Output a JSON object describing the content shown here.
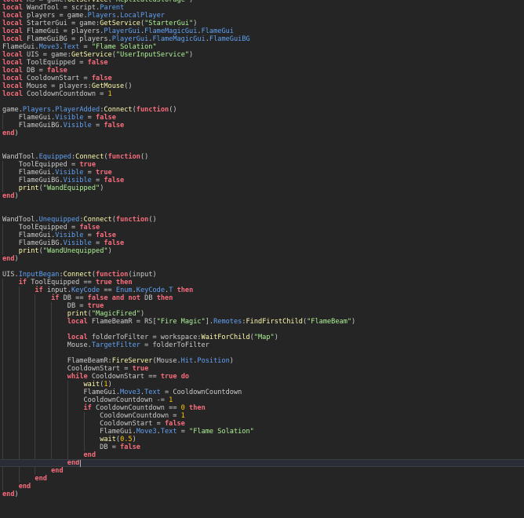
{
  "editor": {
    "current_line_index": 59,
    "colors": {
      "background": "#252526",
      "text": "#cccccc",
      "keyword": "#f86d7c",
      "string": "#adf195",
      "number": "#ffc600",
      "property": "#61a1f1",
      "method": "#fdfbac"
    },
    "lines": [
      [
        [
          "kw",
          "local"
        ],
        [
          "t",
          " RS = "
        ],
        [
          "t",
          "game"
        ],
        [
          "t",
          ":"
        ],
        [
          "fn",
          "GetService"
        ],
        [
          "t",
          "("
        ],
        [
          "str",
          "\"ReplicatedStorage\""
        ],
        [
          "t",
          ")"
        ]
      ],
      [
        [
          "kw",
          "local"
        ],
        [
          "t",
          " WandTool = script."
        ],
        [
          "prop",
          "Parent"
        ]
      ],
      [
        [
          "kw",
          "local"
        ],
        [
          "t",
          " players = game."
        ],
        [
          "prop",
          "Players"
        ],
        [
          "t",
          "."
        ],
        [
          "prop",
          "LocalPlayer"
        ]
      ],
      [
        [
          "kw",
          "local"
        ],
        [
          "t",
          " StarterGui = game:"
        ],
        [
          "fn",
          "GetService"
        ],
        [
          "t",
          "("
        ],
        [
          "str",
          "\"StarterGui\""
        ],
        [
          "t",
          ")"
        ]
      ],
      [
        [
          "kw",
          "local"
        ],
        [
          "t",
          " FlameGui = players."
        ],
        [
          "prop",
          "PlayerGui"
        ],
        [
          "t",
          "."
        ],
        [
          "prop",
          "FlameMagicGui"
        ],
        [
          "t",
          "."
        ],
        [
          "prop",
          "FlameGui"
        ]
      ],
      [
        [
          "kw",
          "local"
        ],
        [
          "t",
          " FlameGuiBG = players."
        ],
        [
          "prop",
          "PlayerGui"
        ],
        [
          "t",
          "."
        ],
        [
          "prop",
          "FlameMagicGui"
        ],
        [
          "t",
          "."
        ],
        [
          "prop",
          "FlameGuiBG"
        ]
      ],
      [
        [
          "t",
          "FlameGui."
        ],
        [
          "prop",
          "Move3"
        ],
        [
          "t",
          "."
        ],
        [
          "prop",
          "Text"
        ],
        [
          "t",
          " = "
        ],
        [
          "str",
          "\"Flame Solation\""
        ]
      ],
      [
        [
          "kw",
          "local"
        ],
        [
          "t",
          " UIS = game:"
        ],
        [
          "fn",
          "GetService"
        ],
        [
          "t",
          "("
        ],
        [
          "str",
          "\"UserInputService\""
        ],
        [
          "t",
          ")"
        ]
      ],
      [
        [
          "kw",
          "local"
        ],
        [
          "t",
          " ToolEquipped = "
        ],
        [
          "kw",
          "false"
        ]
      ],
      [
        [
          "kw",
          "local"
        ],
        [
          "t",
          " DB = "
        ],
        [
          "kw",
          "false"
        ]
      ],
      [
        [
          "kw",
          "local"
        ],
        [
          "t",
          " CooldownStart = "
        ],
        [
          "kw",
          "false"
        ]
      ],
      [
        [
          "kw",
          "local"
        ],
        [
          "t",
          " Mouse = players:"
        ],
        [
          "fn",
          "GetMouse"
        ],
        [
          "t",
          "()"
        ]
      ],
      [
        [
          "kw",
          "local"
        ],
        [
          "t",
          " CooldownCountdown = "
        ],
        [
          "num",
          "1"
        ]
      ],
      [],
      [
        [
          "t",
          "game."
        ],
        [
          "prop",
          "Players"
        ],
        [
          "t",
          "."
        ],
        [
          "prop",
          "PlayerAdded"
        ],
        [
          "t",
          ":"
        ],
        [
          "fn",
          "Connect"
        ],
        [
          "t",
          "("
        ],
        [
          "kw",
          "function"
        ],
        [
          "t",
          "()"
        ]
      ],
      [
        [
          "t",
          "    FlameGui."
        ],
        [
          "prop",
          "Visible"
        ],
        [
          "t",
          " = "
        ],
        [
          "kw",
          "false"
        ]
      ],
      [
        [
          "t",
          "    FlameGuiBG."
        ],
        [
          "prop",
          "Visible"
        ],
        [
          "t",
          " = "
        ],
        [
          "kw",
          "false"
        ]
      ],
      [
        [
          "kw",
          "end"
        ],
        [
          "t",
          ")"
        ]
      ],
      [],
      [],
      [
        [
          "t",
          "WandTool."
        ],
        [
          "prop",
          "Equipped"
        ],
        [
          "t",
          ":"
        ],
        [
          "fn",
          "Connect"
        ],
        [
          "t",
          "("
        ],
        [
          "kw",
          "function"
        ],
        [
          "t",
          "()"
        ]
      ],
      [
        [
          "t",
          "    ToolEquipped = "
        ],
        [
          "kw",
          "true"
        ]
      ],
      [
        [
          "t",
          "    FlameGui."
        ],
        [
          "prop",
          "Visible"
        ],
        [
          "t",
          " = "
        ],
        [
          "kw",
          "true"
        ]
      ],
      [
        [
          "t",
          "    FlameGuiBG."
        ],
        [
          "prop",
          "Visible"
        ],
        [
          "t",
          " = "
        ],
        [
          "kw",
          "false"
        ]
      ],
      [
        [
          "t",
          "    "
        ],
        [
          "fn",
          "print"
        ],
        [
          "t",
          "("
        ],
        [
          "str",
          "\"WandEquipped\""
        ],
        [
          "t",
          ")"
        ]
      ],
      [
        [
          "kw",
          "end"
        ],
        [
          "t",
          ")"
        ]
      ],
      [],
      [],
      [
        [
          "t",
          "WandTool."
        ],
        [
          "prop",
          "Unequipped"
        ],
        [
          "t",
          ":"
        ],
        [
          "fn",
          "Connect"
        ],
        [
          "t",
          "("
        ],
        [
          "kw",
          "function"
        ],
        [
          "t",
          "()"
        ]
      ],
      [
        [
          "t",
          "    ToolEquipped = "
        ],
        [
          "kw",
          "false"
        ]
      ],
      [
        [
          "t",
          "    FlameGui."
        ],
        [
          "prop",
          "Visible"
        ],
        [
          "t",
          " = "
        ],
        [
          "kw",
          "false"
        ]
      ],
      [
        [
          "t",
          "    FlameGuiBG."
        ],
        [
          "prop",
          "Visible"
        ],
        [
          "t",
          " = "
        ],
        [
          "kw",
          "false"
        ]
      ],
      [
        [
          "t",
          "    "
        ],
        [
          "fn",
          "print"
        ],
        [
          "t",
          "("
        ],
        [
          "str",
          "\"WandUnequipped\""
        ],
        [
          "t",
          ")"
        ]
      ],
      [
        [
          "kw",
          "end"
        ],
        [
          "t",
          ")"
        ]
      ],
      [],
      [
        [
          "t",
          "UIS."
        ],
        [
          "prop",
          "InputBegan"
        ],
        [
          "t",
          ":"
        ],
        [
          "fn",
          "Connect"
        ],
        [
          "t",
          "("
        ],
        [
          "kw",
          "function"
        ],
        [
          "t",
          "(input)"
        ]
      ],
      [
        [
          "t",
          "    "
        ],
        [
          "kw",
          "if"
        ],
        [
          "t",
          " ToolEquipped == "
        ],
        [
          "kw",
          "true"
        ],
        [
          "t",
          " "
        ],
        [
          "kw",
          "then"
        ]
      ],
      [
        [
          "t",
          "        "
        ],
        [
          "kw",
          "if"
        ],
        [
          "t",
          " input."
        ],
        [
          "prop",
          "KeyCode"
        ],
        [
          "t",
          " == "
        ],
        [
          "prop",
          "Enum"
        ],
        [
          "t",
          "."
        ],
        [
          "prop",
          "KeyCode"
        ],
        [
          "t",
          "."
        ],
        [
          "prop",
          "T"
        ],
        [
          "t",
          " "
        ],
        [
          "kw",
          "then"
        ]
      ],
      [
        [
          "t",
          "            "
        ],
        [
          "kw",
          "if"
        ],
        [
          "t",
          " DB == "
        ],
        [
          "kw",
          "false"
        ],
        [
          "t",
          " "
        ],
        [
          "kw",
          "and"
        ],
        [
          "t",
          " "
        ],
        [
          "kw",
          "not"
        ],
        [
          "t",
          " DB "
        ],
        [
          "kw",
          "then"
        ]
      ],
      [
        [
          "t",
          "                DB = "
        ],
        [
          "kw",
          "true"
        ]
      ],
      [
        [
          "t",
          "                "
        ],
        [
          "fn",
          "print"
        ],
        [
          "t",
          "("
        ],
        [
          "str",
          "\"MagicFired\""
        ],
        [
          "t",
          ")"
        ]
      ],
      [
        [
          "t",
          "                "
        ],
        [
          "kw",
          "local"
        ],
        [
          "t",
          " FlameBeamR = RS["
        ],
        [
          "str",
          "\"Fire Magic\""
        ],
        [
          "t",
          "]."
        ],
        [
          "prop",
          "Remotes"
        ],
        [
          "t",
          ":"
        ],
        [
          "fn",
          "FindFirstChild"
        ],
        [
          "t",
          "("
        ],
        [
          "str",
          "\"FlameBeam\""
        ],
        [
          "t",
          ")"
        ]
      ],
      [],
      [
        [
          "t",
          "                "
        ],
        [
          "kw",
          "local"
        ],
        [
          "t",
          " folderToFilter = workspace:"
        ],
        [
          "fn",
          "WaitForChild"
        ],
        [
          "t",
          "("
        ],
        [
          "str",
          "\"Map\""
        ],
        [
          "t",
          ")"
        ]
      ],
      [
        [
          "t",
          "                Mouse."
        ],
        [
          "prop",
          "TargetFilter"
        ],
        [
          "t",
          " = folderToFilter"
        ]
      ],
      [],
      [
        [
          "t",
          "                FlameBeamR:"
        ],
        [
          "fn",
          "FireServer"
        ],
        [
          "t",
          "(Mouse."
        ],
        [
          "prop",
          "Hit"
        ],
        [
          "t",
          "."
        ],
        [
          "prop",
          "Position"
        ],
        [
          "t",
          ")"
        ]
      ],
      [
        [
          "t",
          "                CooldownStart = "
        ],
        [
          "kw",
          "true"
        ]
      ],
      [
        [
          "t",
          "                "
        ],
        [
          "kw",
          "while"
        ],
        [
          "t",
          " CooldownStart == "
        ],
        [
          "kw",
          "true"
        ],
        [
          "t",
          " "
        ],
        [
          "kw",
          "do"
        ]
      ],
      [
        [
          "t",
          "                    "
        ],
        [
          "fn",
          "wait"
        ],
        [
          "t",
          "("
        ],
        [
          "num",
          "1"
        ],
        [
          "t",
          ")"
        ]
      ],
      [
        [
          "t",
          "                    FlameGui."
        ],
        [
          "prop",
          "Move3"
        ],
        [
          "t",
          "."
        ],
        [
          "prop",
          "Text"
        ],
        [
          "t",
          " = CooldownCountdown"
        ]
      ],
      [
        [
          "t",
          "                    CooldownCountdown -= "
        ],
        [
          "num",
          "1"
        ]
      ],
      [
        [
          "t",
          "                    "
        ],
        [
          "kw",
          "if"
        ],
        [
          "t",
          " CooldownCountdown == "
        ],
        [
          "num",
          "0"
        ],
        [
          "t",
          " "
        ],
        [
          "kw",
          "then"
        ]
      ],
      [
        [
          "t",
          "                        CooldownCountdown = "
        ],
        [
          "num",
          "1"
        ]
      ],
      [
        [
          "t",
          "                        CooldownStart = "
        ],
        [
          "kw",
          "false"
        ]
      ],
      [
        [
          "t",
          "                        FlameGui."
        ],
        [
          "prop",
          "Move3"
        ],
        [
          "t",
          "."
        ],
        [
          "prop",
          "Text"
        ],
        [
          "t",
          " = "
        ],
        [
          "str",
          "\"Flame Solation\""
        ]
      ],
      [
        [
          "t",
          "                        "
        ],
        [
          "fn",
          "wait"
        ],
        [
          "t",
          "("
        ],
        [
          "num",
          "0.5"
        ],
        [
          "t",
          ")"
        ]
      ],
      [
        [
          "t",
          "                        DB = "
        ],
        [
          "kw",
          "false"
        ]
      ],
      [
        [
          "t",
          "                    "
        ],
        [
          "kw",
          "end"
        ]
      ],
      [
        [
          "t",
          "                "
        ],
        [
          "kw",
          "end"
        ]
      ],
      [
        [
          "t",
          "            "
        ],
        [
          "kw",
          "end"
        ]
      ],
      [
        [
          "t",
          "        "
        ],
        [
          "kw",
          "end"
        ]
      ],
      [
        [
          "t",
          "    "
        ],
        [
          "kw",
          "end"
        ]
      ],
      [
        [
          "kw",
          "end"
        ],
        [
          "t",
          ")"
        ]
      ]
    ]
  }
}
